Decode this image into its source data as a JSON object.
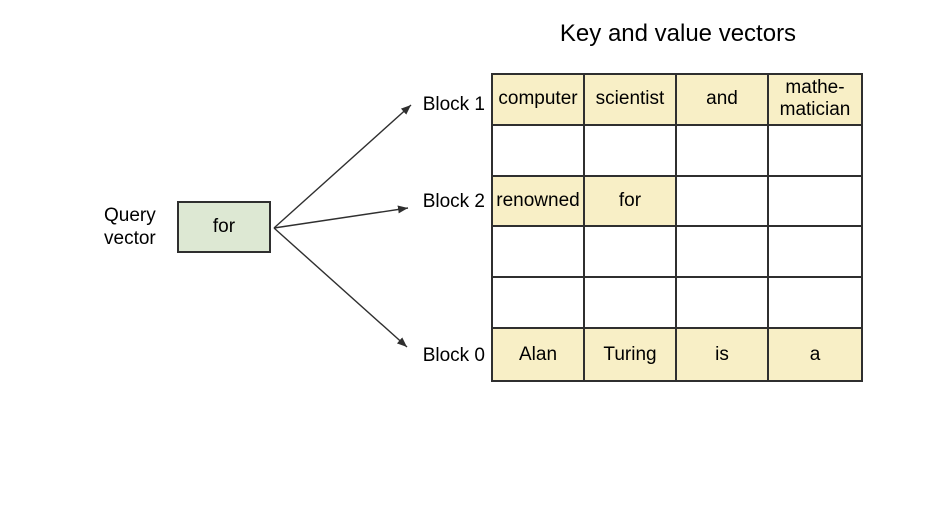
{
  "title": "Key and value vectors",
  "query_vector": {
    "label": "Query\nvector",
    "token": "for"
  },
  "block_labels": {
    "block1": "Block 1",
    "block2": "Block 2",
    "block0": "Block 0"
  },
  "kv_table": {
    "rows": [
      {
        "cells": [
          {
            "text": "computer",
            "hl": true
          },
          {
            "text": "scientist",
            "hl": true
          },
          {
            "text": "and",
            "hl": true
          },
          {
            "text": "mathe-\nmatician",
            "hl": true
          }
        ]
      },
      {
        "cells": [
          {
            "text": "",
            "hl": false
          },
          {
            "text": "",
            "hl": false
          },
          {
            "text": "",
            "hl": false
          },
          {
            "text": "",
            "hl": false
          }
        ]
      },
      {
        "cells": [
          {
            "text": "renowned",
            "hl": true
          },
          {
            "text": "for",
            "hl": true
          },
          {
            "text": "",
            "hl": false
          },
          {
            "text": "",
            "hl": false
          }
        ]
      },
      {
        "cells": [
          {
            "text": "",
            "hl": false
          },
          {
            "text": "",
            "hl": false
          },
          {
            "text": "",
            "hl": false
          },
          {
            "text": "",
            "hl": false
          }
        ]
      },
      {
        "cells": [
          {
            "text": "",
            "hl": false
          },
          {
            "text": "",
            "hl": false
          },
          {
            "text": "",
            "hl": false
          },
          {
            "text": "",
            "hl": false
          }
        ]
      },
      {
        "cells": [
          {
            "text": "Alan",
            "hl": true
          },
          {
            "text": "Turing",
            "hl": true
          },
          {
            "text": "is",
            "hl": true
          },
          {
            "text": "a",
            "hl": true
          }
        ]
      }
    ]
  },
  "colors": {
    "highlight": "#f8efc6",
    "query_box": "#dde8d3",
    "line": "#2f2f2f"
  }
}
